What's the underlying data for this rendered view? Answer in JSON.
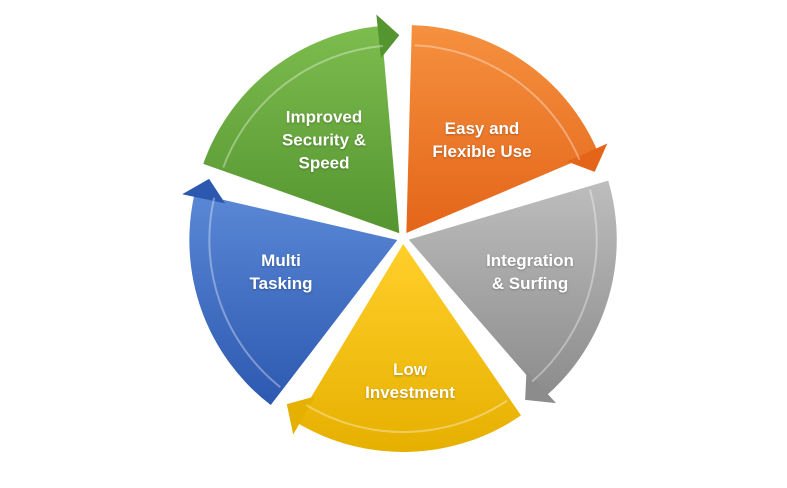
{
  "segments": [
    {
      "label": "Easy and\nFlexible Use",
      "color_light": "#F5913F",
      "color_dark": "#E4651A"
    },
    {
      "label": "Integration\n& Surfing",
      "color_light": "#BDBDBD",
      "color_dark": "#8C8C8C"
    },
    {
      "label": "Low\nInvestment",
      "color_light": "#FFCF2A",
      "color_dark": "#E6B000"
    },
    {
      "label": "Multi\nTasking",
      "color_light": "#5A88D6",
      "color_dark": "#2D58B0"
    },
    {
      "label": "Improved\nSecurity &\nSpeed",
      "color_light": "#7DBC4E",
      "color_dark": "#559530"
    }
  ]
}
